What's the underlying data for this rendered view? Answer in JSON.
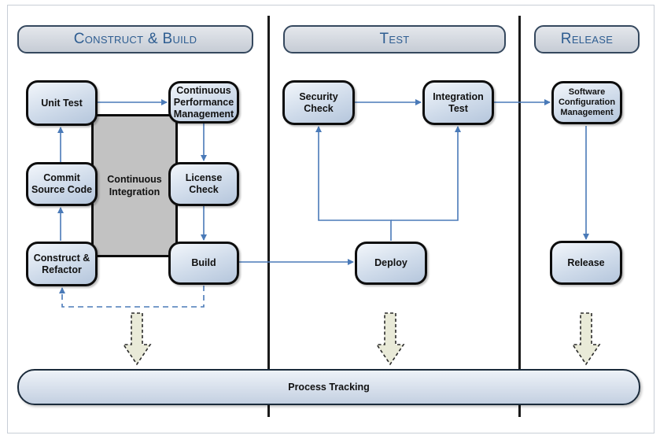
{
  "phases": {
    "construct_build": "Construct & Build",
    "test": "Test",
    "release": "Release"
  },
  "nodes": {
    "unit_test": "Unit Test",
    "continuous_performance_management": "Continuous Performance Management",
    "commit_source_code": "Commit Source Code",
    "continuous_integration": "Continuous Integration",
    "license_check": "License Check",
    "construct_refactor": "Construct & Refactor",
    "build": "Build",
    "security_check": "Security Check",
    "integration_test": "Integration Test",
    "deploy": "Deploy",
    "software_configuration_management": "Software Configuration Management",
    "release": "Release",
    "process_tracking": "Process Tracking"
  },
  "colors": {
    "header_text": "#2e5d91",
    "arrow": "#4a7ab8",
    "node_border": "#0d0d0d",
    "continuous_integration_fill": "#c2c2c2",
    "down_arrow_fill": "#e9ead8"
  }
}
